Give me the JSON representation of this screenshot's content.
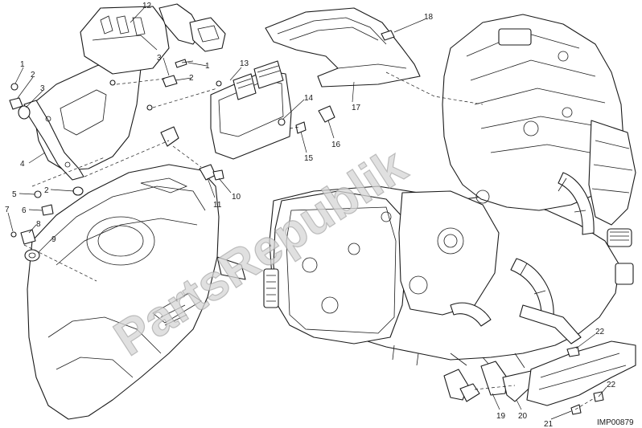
{
  "watermark": "PartsRepublik",
  "drawing_code": "IMP00879",
  "callouts": [
    "1",
    "2",
    "3",
    "4",
    "2",
    "5",
    "6",
    "7",
    "8",
    "9",
    "12",
    "3",
    "1",
    "2",
    "10",
    "11",
    "13",
    "14",
    "15",
    "16",
    "17",
    "18",
    "19",
    "20",
    "21",
    "22",
    "22"
  ],
  "colors": {
    "ink": "#1a1a1a",
    "paper": "#ffffff",
    "watermark": "#d6d6d6"
  }
}
